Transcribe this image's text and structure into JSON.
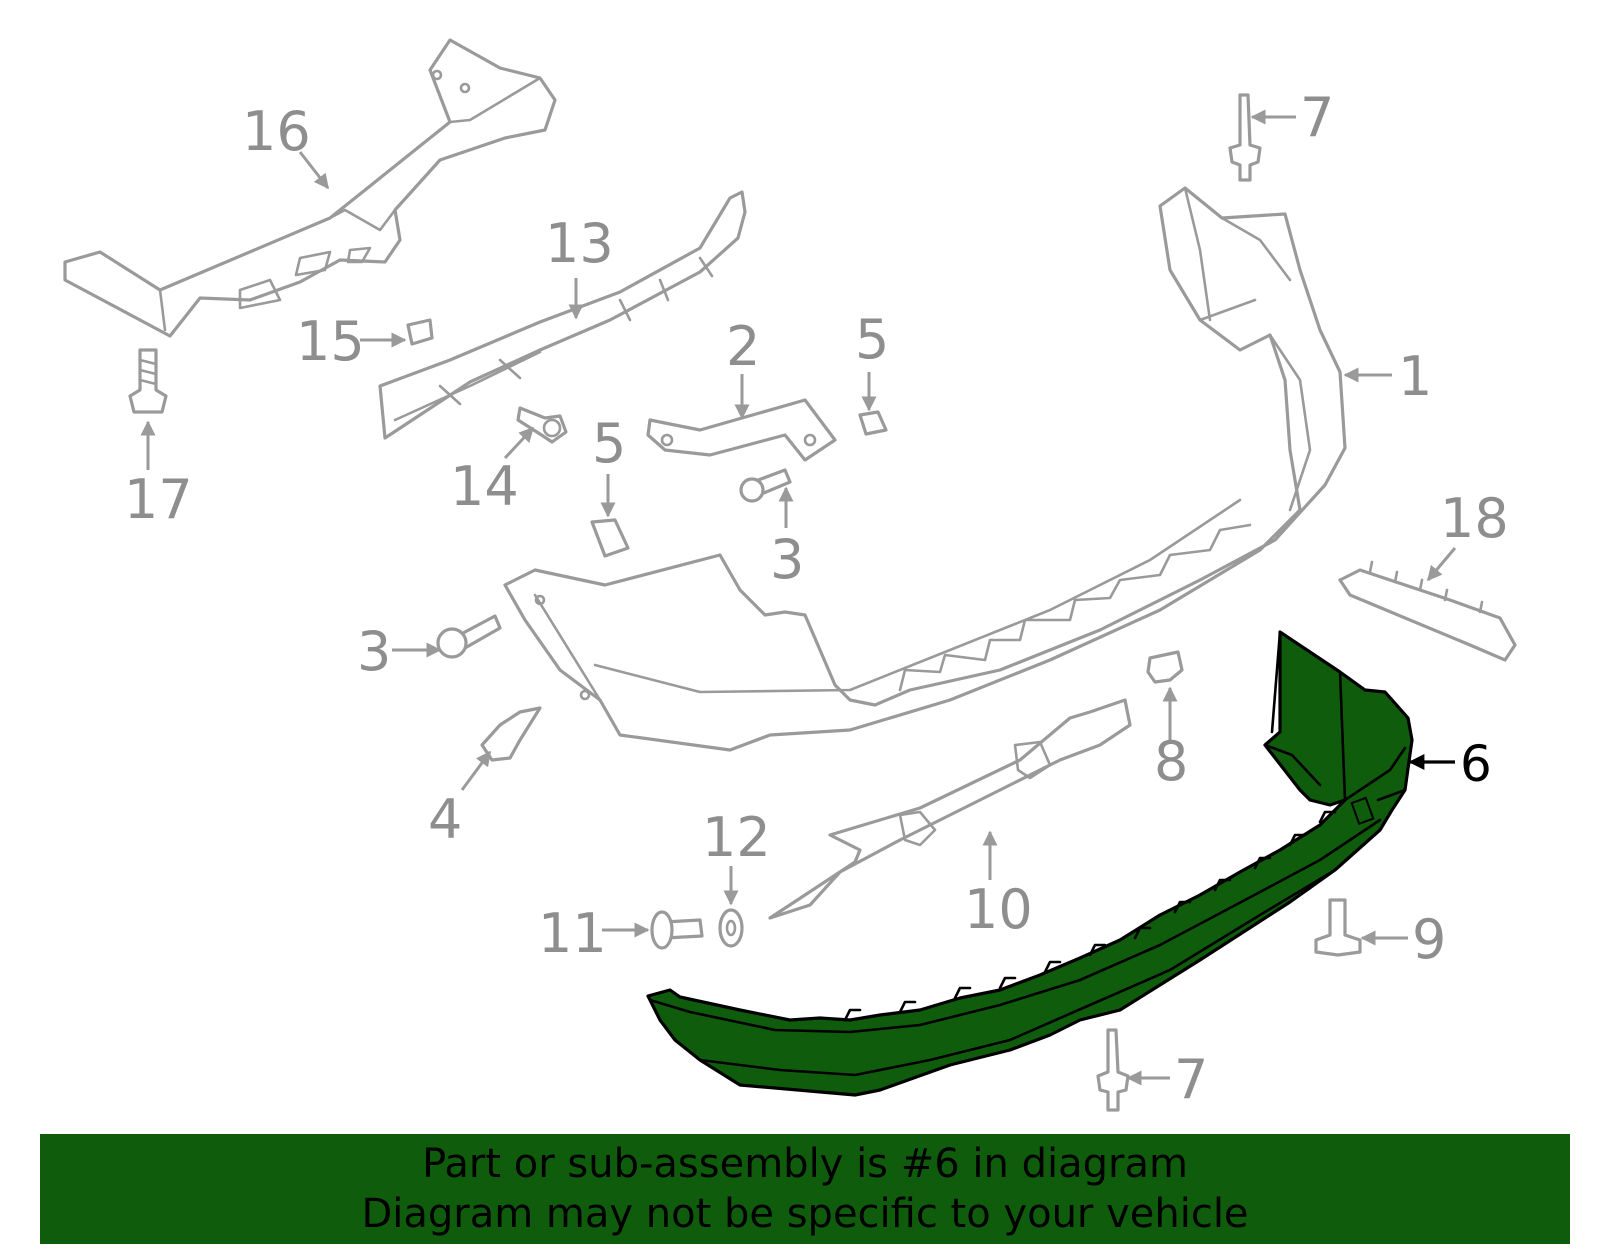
{
  "callouts": {
    "c1": "1",
    "c2": "2",
    "c3a": "3",
    "c3b": "3",
    "c4": "4",
    "c5a": "5",
    "c5b": "5",
    "c6": "6",
    "c7a": "7",
    "c7b": "7",
    "c8": "8",
    "c9": "9",
    "c10": "10",
    "c11": "11",
    "c12": "12",
    "c13": "13",
    "c14": "14",
    "c15": "15",
    "c16": "16",
    "c17": "17",
    "c18": "18"
  },
  "highlighted_part": "6",
  "banner": {
    "line1": "Part or sub-assembly is #6 in diagram",
    "line2": "Diagram may not be specific to your vehicle"
  },
  "colors": {
    "highlight": "#0f5d0c",
    "part_outline": "#9a9a9a",
    "callout_text": "#8e8e8e"
  }
}
